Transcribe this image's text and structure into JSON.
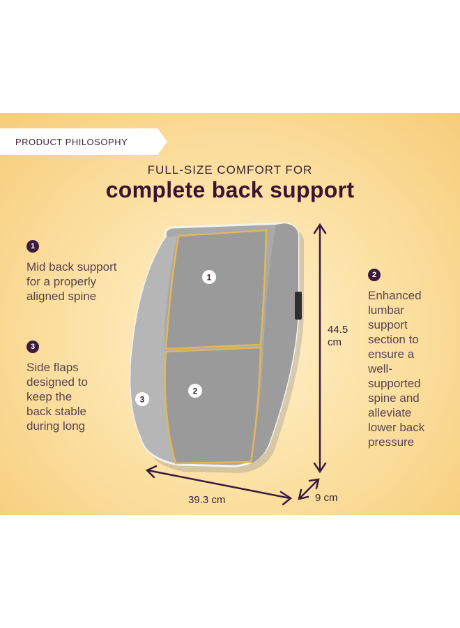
{
  "tag": "PRODUCT PHILOSOPHY",
  "subtitle": "FULL-SIZE COMFORT FOR",
  "title": "complete back support",
  "features": [
    {
      "number": "1",
      "text": "Mid back support\nfor a properly\naligned spine"
    },
    {
      "number": "2",
      "text": "Enhanced\nlumbar\nsupport\nsection to\nensure a\nwell-\nsupported\nspine and\nalleviate\nlower back\npressure"
    },
    {
      "number": "3",
      "text": "Side flaps\ndesigned to\nkeep the\nback stable\nduring long"
    }
  ],
  "markers": [
    "1",
    "2",
    "3"
  ],
  "dimensions": {
    "height": "44.5\ncm",
    "width": "39.3 cm",
    "depth": "9 cm"
  },
  "colors": {
    "accent": "#3b1a3e",
    "banner": "#fbdf9f",
    "cushion": "#a8a8a8",
    "piping": "#e2b75a"
  }
}
